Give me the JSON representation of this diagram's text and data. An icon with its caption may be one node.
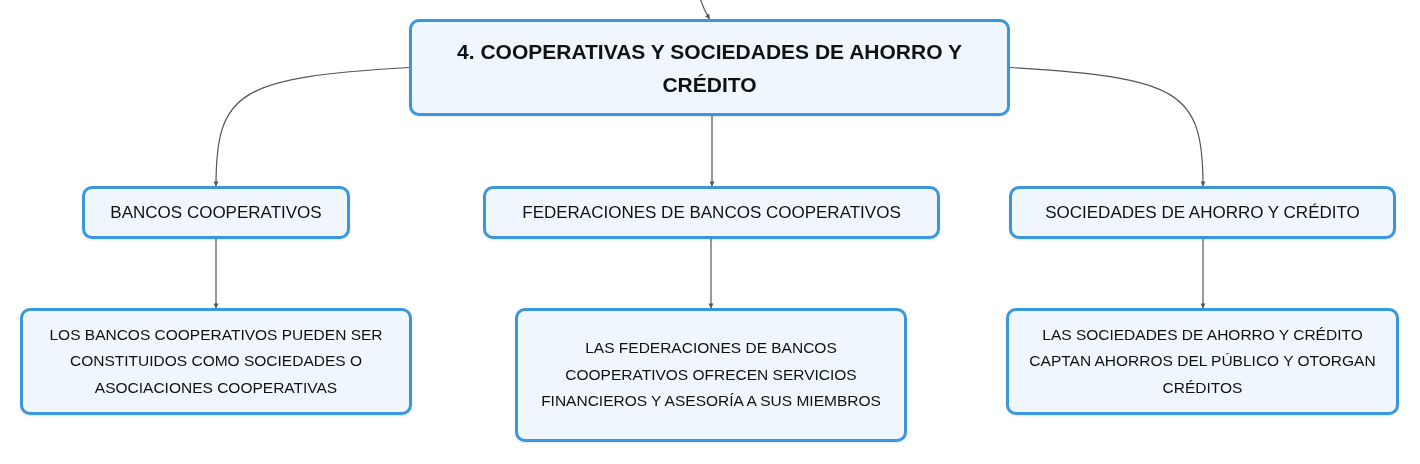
{
  "diagram": {
    "nodes": [
      {
        "text": [
          "4. COOPERATIVAS Y SOCIEDADES DE AHORRO Y CRÉDITO"
        ]
      },
      {
        "text": [
          "BANCOS COOPERATIVOS"
        ]
      },
      {
        "text": [
          "FEDERACIONES DE BANCOS COOPERATIVOS"
        ]
      },
      {
        "text": [
          "SOCIEDADES DE AHORRO Y CRÉDITO"
        ]
      },
      {
        "text": [
          "LOS BANCOS COOPERATIVOS PUEDEN SER CONSTITUIDOS COMO SOCIEDADES O ASOCIACIONES COOPERATIVAS"
        ]
      },
      {
        "text": [
          "LAS FEDERACIONES DE BANCOS COOPERATIVOS OFRECEN SERVICIOS FINANCIEROS Y ASESORÍA A SUS MIEMBROS"
        ]
      },
      {
        "text": [
          "LAS SOCIEDADES DE AHORRO Y CRÉDITO CAPTAN AHORROS DEL PÚBLICO Y OTORGAN CRÉDITOS"
        ]
      }
    ],
    "edges": [
      {
        "from": null,
        "to": 0,
        "arrow": "to"
      },
      {
        "from": 0,
        "to": 1,
        "arrow": "to"
      },
      {
        "from": 0,
        "to": 2,
        "arrow": "to"
      },
      {
        "from": 0,
        "to": 3,
        "arrow": "to"
      },
      {
        "from": 1,
        "to": 4,
        "arrow": "to"
      },
      {
        "from": 2,
        "to": 5,
        "arrow": "to"
      },
      {
        "from": 3,
        "to": 6,
        "arrow": "to"
      }
    ]
  }
}
